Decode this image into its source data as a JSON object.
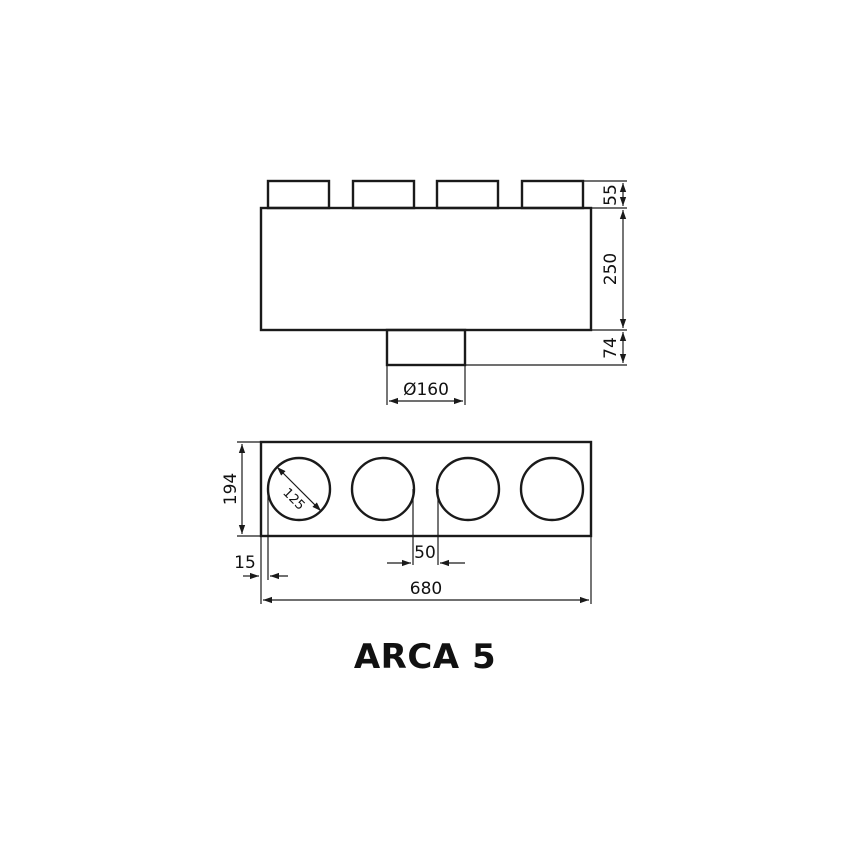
{
  "title": "ARCA 5",
  "colors": {
    "line": "#1a1a1a",
    "text": "#111111",
    "background": "#ffffff"
  },
  "side_view": {
    "dimensions": {
      "stub_height": "55",
      "body_height": "250",
      "outlet_height": "74",
      "outlet_diameter": "Ø160"
    },
    "stub_count": 4
  },
  "top_view": {
    "dimensions": {
      "depth": "194",
      "circle_diameter": "125",
      "circle_spacing": "50",
      "edge_offset": "15",
      "total_width": "680"
    },
    "circle_count": 4
  }
}
